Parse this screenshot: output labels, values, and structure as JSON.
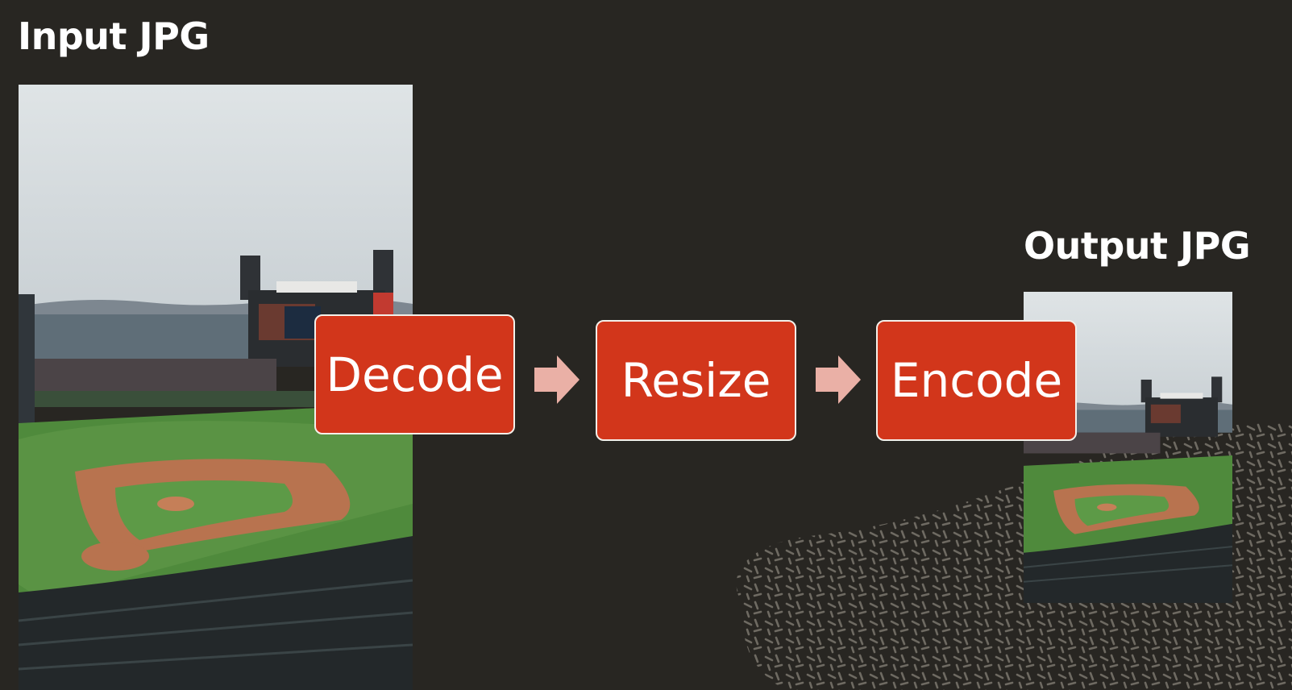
{
  "labels": {
    "input": "Input JPG",
    "output": "Output JPG"
  },
  "steps": [
    {
      "label": "Decode"
    },
    {
      "label": "Resize"
    },
    {
      "label": "Encode"
    }
  ],
  "colors": {
    "background": "#282622",
    "step_fill": "#d2361b",
    "step_border": "#f4f0ea",
    "arrow": "#eab0a6",
    "texture": "#6e6a62"
  },
  "images": {
    "input": "baseball-stadium-photo",
    "output": "baseball-stadium-photo-resized"
  }
}
